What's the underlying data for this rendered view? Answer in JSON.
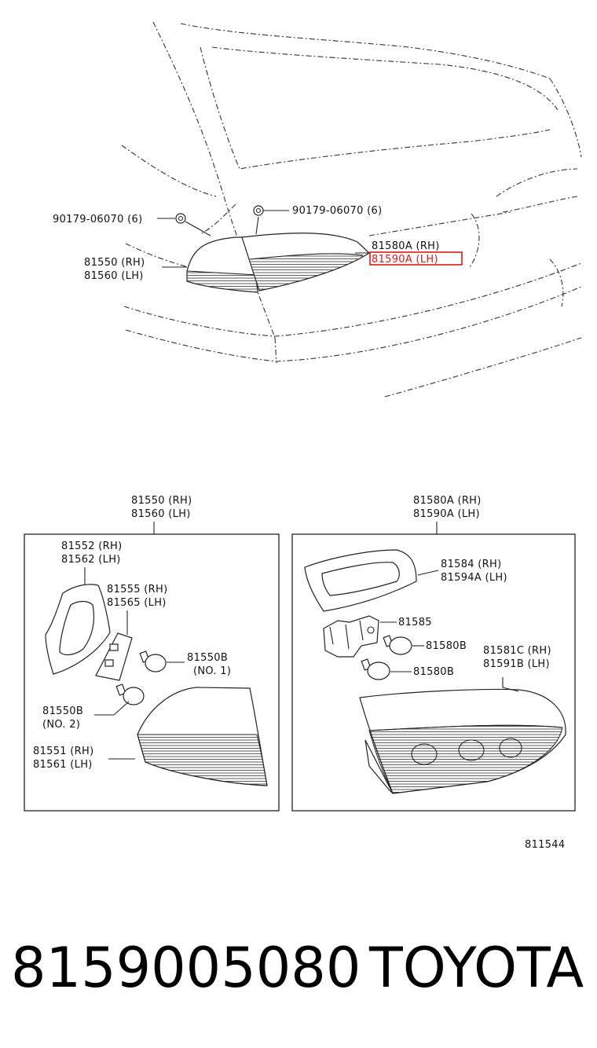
{
  "overview": {
    "nut_left": "90179-06070 (6)",
    "nut_right": "90179-06070 (6)",
    "outer_lamp_rh": "81550 (RH)",
    "outer_lamp_lh": "81560 (LH)",
    "inner_lamp_rh": "81580A (RH)",
    "inner_lamp_lh": "81590A (LH)"
  },
  "left_detail": {
    "header_rh": "81550 (RH)",
    "header_lh": "81560 (LH)",
    "gasket_rh": "81552 (RH)",
    "gasket_lh": "81562 (LH)",
    "socket_rh": "81555 (RH)",
    "socket_lh": "81565 (LH)",
    "bulb1_part": "81550B",
    "bulb1_no": "(NO. 1)",
    "bulb2_part": "81550B",
    "bulb2_no": "(NO. 2)",
    "lens_rh": "81551 (RH)",
    "lens_lh": "81561 (LH)"
  },
  "right_detail": {
    "header_rh": "81580A (RH)",
    "header_lh": "81590A (LH)",
    "gasket_rh": "81584  (RH)",
    "gasket_lh": "81594A (LH)",
    "socket": "81585",
    "bulb_a": "81580B",
    "bulb_b": "81580B",
    "lens_rh": "81581C (RH)",
    "lens_lh": "81591B (LH)"
  },
  "diagram_code": "811544",
  "footer": {
    "part_number": "8159005080",
    "brand": "TOYOTA"
  },
  "colors": {
    "highlight": "#d41c1c",
    "ink": "#222222",
    "background": "#ffffff"
  }
}
